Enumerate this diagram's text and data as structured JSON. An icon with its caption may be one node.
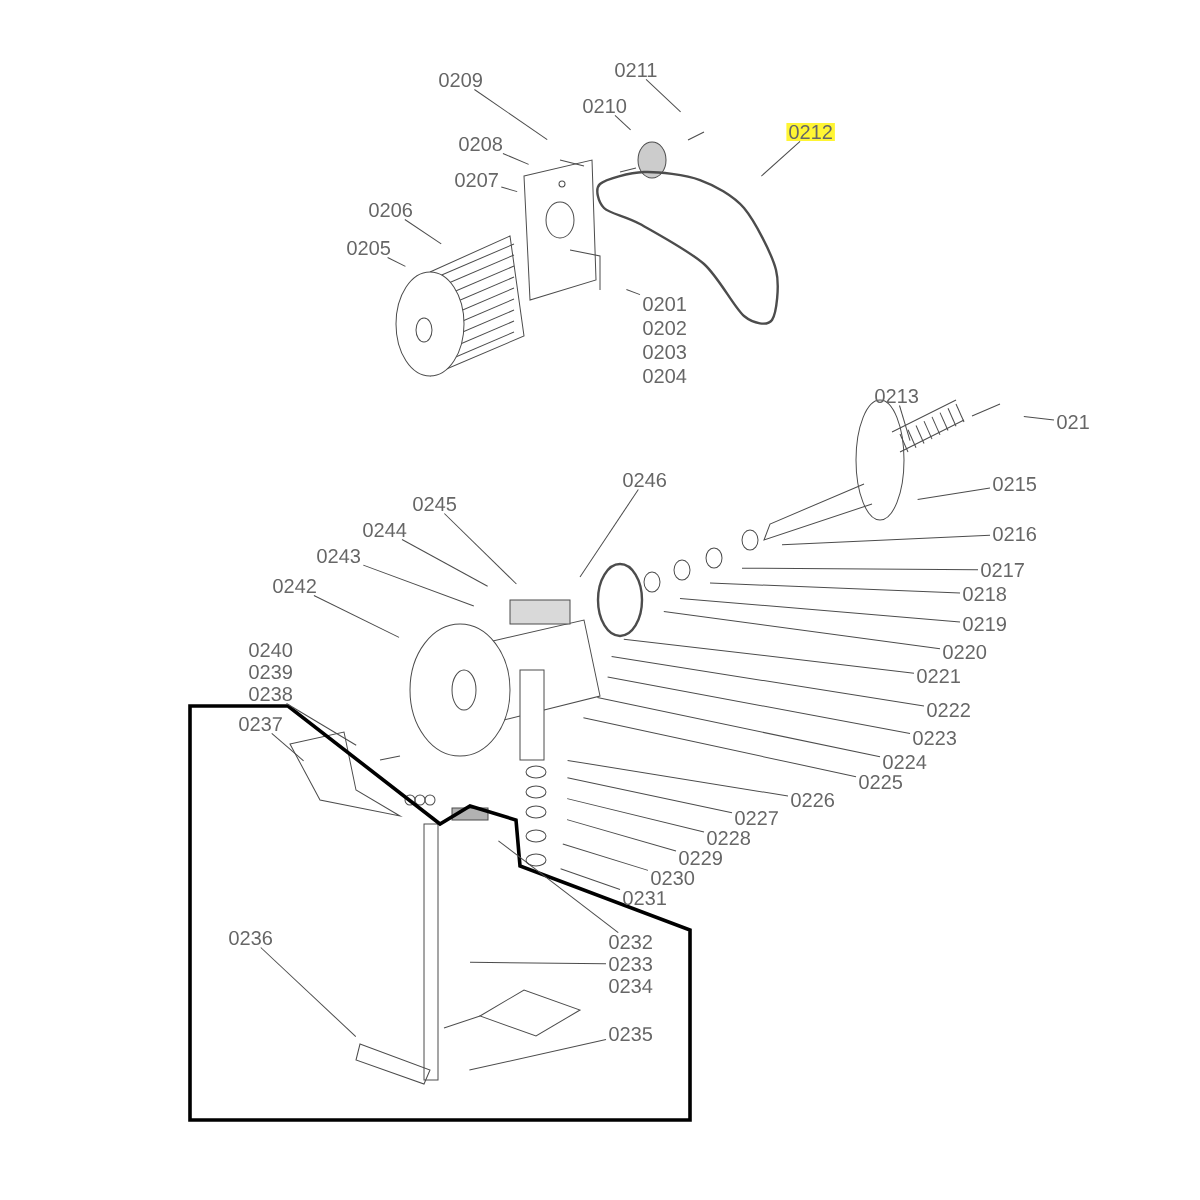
{
  "diagram": {
    "nodes": [
      {
        "text": [
          "0209"
        ]
      },
      {
        "text": [
          "0211"
        ]
      },
      {
        "text": [
          "0210"
        ]
      },
      {
        "text": [
          "0212"
        ]
      },
      {
        "text": [
          "0208"
        ]
      },
      {
        "text": [
          "0207"
        ]
      },
      {
        "text": [
          "0206"
        ]
      },
      {
        "text": [
          "0205"
        ]
      },
      {
        "text": [
          "0201"
        ]
      },
      {
        "text": [
          "0213"
        ]
      },
      {
        "text": [
          "021"
        ]
      },
      {
        "text": [
          "0215"
        ]
      },
      {
        "text": [
          "0216"
        ]
      },
      {
        "text": [
          "0217"
        ]
      },
      {
        "text": [
          "0218"
        ]
      },
      {
        "text": [
          "0219"
        ]
      },
      {
        "text": [
          "0220"
        ]
      },
      {
        "text": [
          "0221"
        ]
      },
      {
        "text": [
          "0222"
        ]
      },
      {
        "text": [
          "0246"
        ]
      },
      {
        "text": [
          "0245"
        ]
      },
      {
        "text": [
          "0244"
        ]
      },
      {
        "text": [
          "0243"
        ]
      },
      {
        "text": [
          "0242"
        ]
      },
      {
        "text": [
          "0223"
        ]
      },
      {
        "text": [
          "0224"
        ]
      },
      {
        "text": [
          "0225"
        ]
      },
      {
        "text": [
          "0226"
        ]
      },
      {
        "text": [
          "0227"
        ]
      },
      {
        "text": [
          "0228"
        ]
      },
      {
        "text": [
          "0229"
        ]
      },
      {
        "text": [
          "0230"
        ]
      },
      {
        "text": [
          "0231"
        ]
      },
      {
        "text": [
          "0238"
        ]
      },
      {
        "text": [
          "0237"
        ]
      },
      {
        "text": [
          "0236"
        ]
      },
      {
        "text": [
          "0232"
        ]
      },
      {
        "text": [
          "0233"
        ]
      },
      {
        "text": [
          "0235"
        ]
      }
    ],
    "edges": [
      {
        "from": 0,
        "to": null,
        "arrow": "none"
      },
      {
        "from": 1,
        "to": null,
        "arrow": "none"
      },
      {
        "from": 2,
        "to": null,
        "arrow": "none"
      },
      {
        "from": 3,
        "to": null,
        "arrow": "none"
      },
      {
        "from": 4,
        "to": null,
        "arrow": "none"
      },
      {
        "from": 5,
        "to": null,
        "arrow": "none"
      },
      {
        "from": 6,
        "to": null,
        "arrow": "none"
      },
      {
        "from": 7,
        "to": null,
        "arrow": "none"
      },
      {
        "from": 8,
        "to": null,
        "arrow": "none"
      },
      {
        "from": 9,
        "to": null,
        "arrow": "none"
      },
      {
        "from": 10,
        "to": null,
        "arrow": "none"
      },
      {
        "from": 11,
        "to": null,
        "arrow": "none"
      },
      {
        "from": 12,
        "to": null,
        "arrow": "none"
      },
      {
        "from": 13,
        "to": null,
        "arrow": "none"
      },
      {
        "from": 14,
        "to": null,
        "arrow": "none"
      },
      {
        "from": 15,
        "to": null,
        "arrow": "none"
      },
      {
        "from": 16,
        "to": null,
        "arrow": "none"
      },
      {
        "from": 17,
        "to": null,
        "arrow": "none"
      },
      {
        "from": 18,
        "to": null,
        "arrow": "none"
      },
      {
        "from": 19,
        "to": null,
        "arrow": "none"
      },
      {
        "from": 20,
        "to": null,
        "arrow": "none"
      },
      {
        "from": 21,
        "to": null,
        "arrow": "none"
      },
      {
        "from": 22,
        "to": null,
        "arrow": "none"
      },
      {
        "from": 23,
        "to": null,
        "arrow": "none"
      },
      {
        "from": 24,
        "to": null,
        "arrow": "none"
      },
      {
        "from": 25,
        "to": null,
        "arrow": "none"
      },
      {
        "from": 26,
        "to": null,
        "arrow": "none"
      },
      {
        "from": 27,
        "to": null,
        "arrow": "none"
      },
      {
        "from": 28,
        "to": null,
        "arrow": "none"
      },
      {
        "from": 29,
        "to": null,
        "arrow": "none"
      },
      {
        "from": 30,
        "to": null,
        "arrow": "none"
      },
      {
        "from": 31,
        "to": null,
        "arrow": "none"
      },
      {
        "from": 32,
        "to": null,
        "arrow": "none"
      },
      {
        "from": 33,
        "to": null,
        "arrow": "none"
      },
      {
        "from": 34,
        "to": null,
        "arrow": "none"
      },
      {
        "from": 35,
        "to": null,
        "arrow": "none"
      },
      {
        "from": 36,
        "to": null,
        "arrow": "none"
      },
      {
        "from": 37,
        "to": null,
        "arrow": "none"
      },
      {
        "from": 38,
        "to": null,
        "arrow": "none"
      }
    ],
    "labels": [
      "0202",
      "0203",
      "0204",
      "0240",
      "0239",
      "0234"
    ]
  }
}
